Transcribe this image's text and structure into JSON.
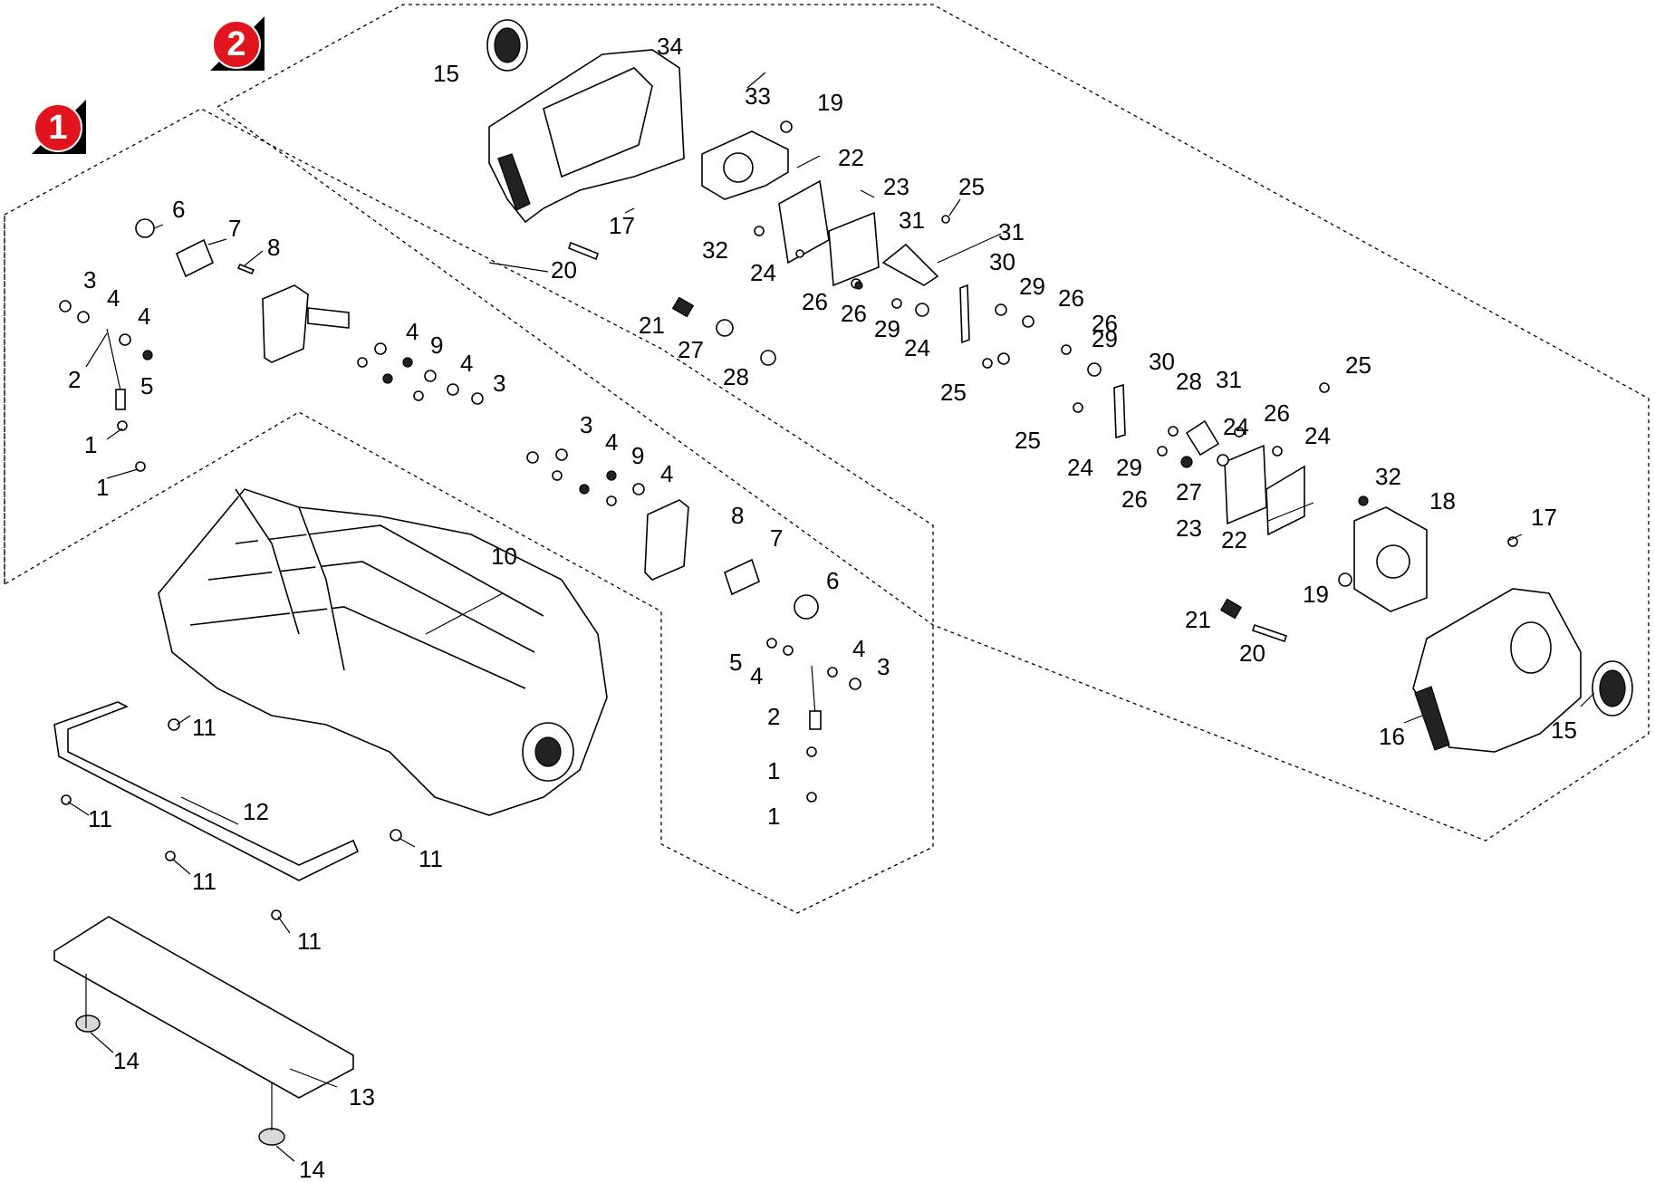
{
  "badges": [
    {
      "id": "badge-1",
      "text": "1"
    },
    {
      "id": "badge-2",
      "text": "2"
    }
  ],
  "callouts": {
    "c1a": "1",
    "c1b": "1",
    "c1c": "1",
    "c1d": "1",
    "c2a": "2",
    "c2b": "2",
    "c3a": "3",
    "c3b": "3",
    "c3c": "3",
    "c3d": "3",
    "c4a": "4",
    "c4b": "4",
    "c4c": "4",
    "c4d": "4",
    "c4e": "4",
    "c4f": "4",
    "c4g": "4",
    "c4h": "4",
    "c5a": "5",
    "c5b": "5",
    "c6a": "6",
    "c6b": "6",
    "c7a": "7",
    "c7b": "7",
    "c8a": "8",
    "c8b": "8",
    "c9a": "9",
    "c9b": "9",
    "c10": "10",
    "c11a": "11",
    "c11b": "11",
    "c11c": "11",
    "c11d": "11",
    "c11e": "11",
    "c12": "12",
    "c13": "13",
    "c14a": "14",
    "c14b": "14",
    "c15a": "15",
    "c15b": "15",
    "c16": "16",
    "c17a": "17",
    "c17b": "17",
    "c18": "18",
    "c19a": "19",
    "c19b": "19",
    "c20a": "20",
    "c20b": "20",
    "c21a": "21",
    "c21b": "21",
    "c22a": "22",
    "c22b": "22",
    "c23a": "23",
    "c23b": "23",
    "c24a": "24",
    "c24b": "24",
    "c24c": "24",
    "c24d": "24",
    "c24e": "24",
    "c25a": "25",
    "c25b": "25",
    "c25c": "25",
    "c25d": "25",
    "c26a": "26",
    "c26b": "26",
    "c26c": "26",
    "c26d": "26",
    "c26e": "26",
    "c26f": "26",
    "c27a": "27",
    "c27b": "27",
    "c28a": "28",
    "c28b": "28",
    "c29a": "29",
    "c29b": "29",
    "c29c": "29",
    "c29d": "29",
    "c30a": "30",
    "c30b": "30",
    "c31a": "31",
    "c31b": "31",
    "c31c": "31",
    "c32a": "32",
    "c32b": "32",
    "c33": "33",
    "c34": "34"
  }
}
